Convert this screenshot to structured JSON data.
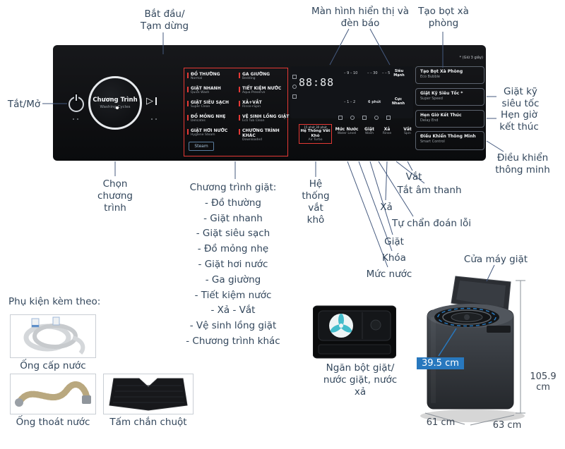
{
  "colors": {
    "accent_red": "#e53935",
    "badge_blue": "#2878be",
    "callout_text": "#33475c",
    "callout_line": "#44597e"
  },
  "callouts": {
    "power": "Tắt/Mở",
    "start_pause": "Bắt đầu/ Tạm dừng",
    "display": "Màn hình hiển thị và đèn báo",
    "foam": "Tạo bọt xà phòng",
    "quick_intensive": "Giặt kỹ siêu tốc",
    "delay_end": "Hẹn giờ kết thúc",
    "smart_control": "Điều khiển thông minh",
    "select_program": "Chọn chương trình",
    "spin_dry_system": "Hệ thống vắt khô",
    "water_level": "Mức nước",
    "lock": "Khóa",
    "wash": "Giặt",
    "self_diagnosis": "Tự chẩn đoán lỗi",
    "rinse": "Xả",
    "mute": "Tắt âm thanh",
    "spin": "Vắt",
    "door": "Cửa máy giặt",
    "detergent": "Ngăn bột giặt/ nước giặt, nước xả"
  },
  "program_list": {
    "heading": "Chương trình giặt:",
    "items": [
      "- Đồ thường",
      "- Giặt nhanh",
      "- Giặt siêu sạch",
      "- Đồ mỏng nhẹ",
      "- Giặt hơi nước",
      "- Ga giường",
      "- Tiết kiệm nước",
      "- Xả - Vắt",
      "- Vệ sinh lồng giặt",
      "- Chương trình khác"
    ]
  },
  "panel": {
    "dial": {
      "line1": "Chương Trình",
      "line2": "Washing Cycles"
    },
    "steam_badge": "Steam",
    "programs": [
      {
        "name": "ĐỒ THƯỜNG",
        "sub": "Normal"
      },
      {
        "name": "GIẶT NHANH",
        "sub": "Quick Wash"
      },
      {
        "name": "GIẶT SIÊU SẠCH",
        "sub": "Super Clean"
      },
      {
        "name": "ĐỒ MỎNG NHẸ",
        "sub": "Delicates"
      },
      {
        "name": "GIẶT HƠI NƯỚC",
        "sub": "Hygiene Steam"
      },
      {
        "name": "GA GIƯỜNG",
        "sub": "Bedding"
      },
      {
        "name": "TIẾT KIỆM NƯỚC",
        "sub": "Aqua Preserve"
      },
      {
        "name": "XẢ+VẮT",
        "sub": "Rinse+Spin"
      },
      {
        "name": "VỆ SINH LỒNG GIẶT",
        "sub": "Eco Tub Clean"
      },
      {
        "name": "CHƯƠNG TRÌNH KHÁC",
        "sub": "Downloaded"
      }
    ],
    "display": {
      "scale_left": "– 9 – 10",
      "scale_mid": "– – 30",
      "scale_right": "– – 5",
      "intensity": "Siêu Mạnh",
      "digits": "88:88",
      "row2_left": "– 1 – 2",
      "row2_mid": "6 phút",
      "row2_right": "Cực Nhanh"
    },
    "indicator_icons": [
      "child-lock-icon",
      "mute-icon",
      "self-clean-icon",
      "wifi-icon",
      "error-icon"
    ],
    "spin_dry_box": {
      "top": "15 phút  30 phút",
      "name": "Hệ Thống Vắt Khô",
      "sub": "Air Turbo"
    },
    "buttons": [
      {
        "name": "Mức Nước",
        "sub": "Water Level"
      },
      {
        "name": "Giặt",
        "sub": "Wash"
      },
      {
        "name": "Xả",
        "sub": "Rinse"
      },
      {
        "name": "Vắt",
        "sub": "Spin"
      }
    ],
    "hold_note": "* (Giữ 3 giây)",
    "feature_boxes": [
      {
        "name": "Tạo Bọt Xà Phòng",
        "sub": "Eco Bubble"
      },
      {
        "name": "Giặt Kỹ Siêu Tốc *",
        "sub": "Super Speed"
      },
      {
        "name": "Hẹn Giờ Kết Thúc",
        "sub": "Delay End"
      },
      {
        "name": "Điều Khiển Thông Minh",
        "sub": "Smart Control"
      }
    ]
  },
  "accessories": {
    "heading": "Phụ kiện kèm theo:",
    "items": [
      "Ống cấp nước",
      "Ống thoát nước",
      "Tấm chắn chuột"
    ]
  },
  "dimensions": {
    "opening": "39.5 cm",
    "height": "105.9 cm",
    "width": "61 cm",
    "depth": "63 cm"
  }
}
